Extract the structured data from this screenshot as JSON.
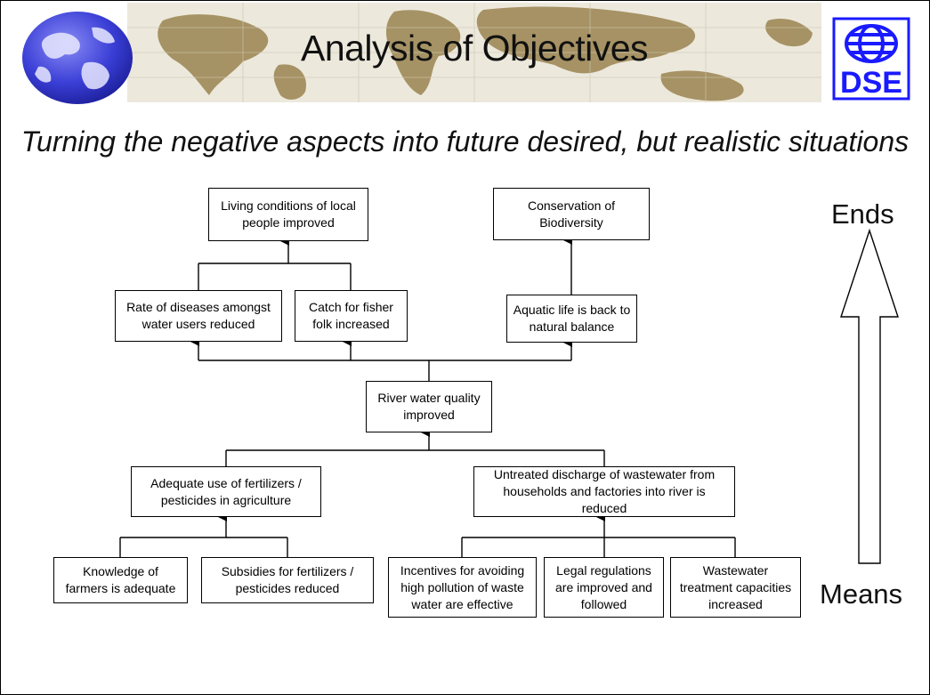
{
  "slide": {
    "title": "Analysis of Objectives",
    "subtitle": "Turning the negative aspects into future desired, but realistic situations",
    "logo_text": "DSE",
    "ends_label": "Ends",
    "means_label": "Means"
  },
  "colors": {
    "map_land": "#9a8450",
    "map_sea": "#e8e4d8",
    "globe_blue": "#3b3fd6",
    "logo_blue": "#1a1aff"
  },
  "nodes": {
    "living_conditions": "Living conditions of local\npeople improved",
    "biodiversity": "Conservation of\nBiodiversity",
    "diseases": "Rate of diseases amongst\nwater users reduced",
    "catch": "Catch for fisher\nfolk increased",
    "aquatic": "Aquatic life is back to\nnatural balance",
    "river": "River water quality\nimproved",
    "fertilizers": "Adequate use of fertilizers /\npesticides in agriculture",
    "discharge": "Untreated discharge of wastewater from\nhouseholds and factories into river is reduced",
    "knowledge": "Knowledge of\nfarmers is adequate",
    "subsidies": "Subsidies for fertilizers /\npesticides reduced",
    "incentives": "Incentives for avoiding\nhigh pollution of waste\nwater are effective",
    "legal": "Legal regulations\nare improved and\nfollowed",
    "treatment": "Wastewater\ntreatment capacities\nincreased"
  }
}
